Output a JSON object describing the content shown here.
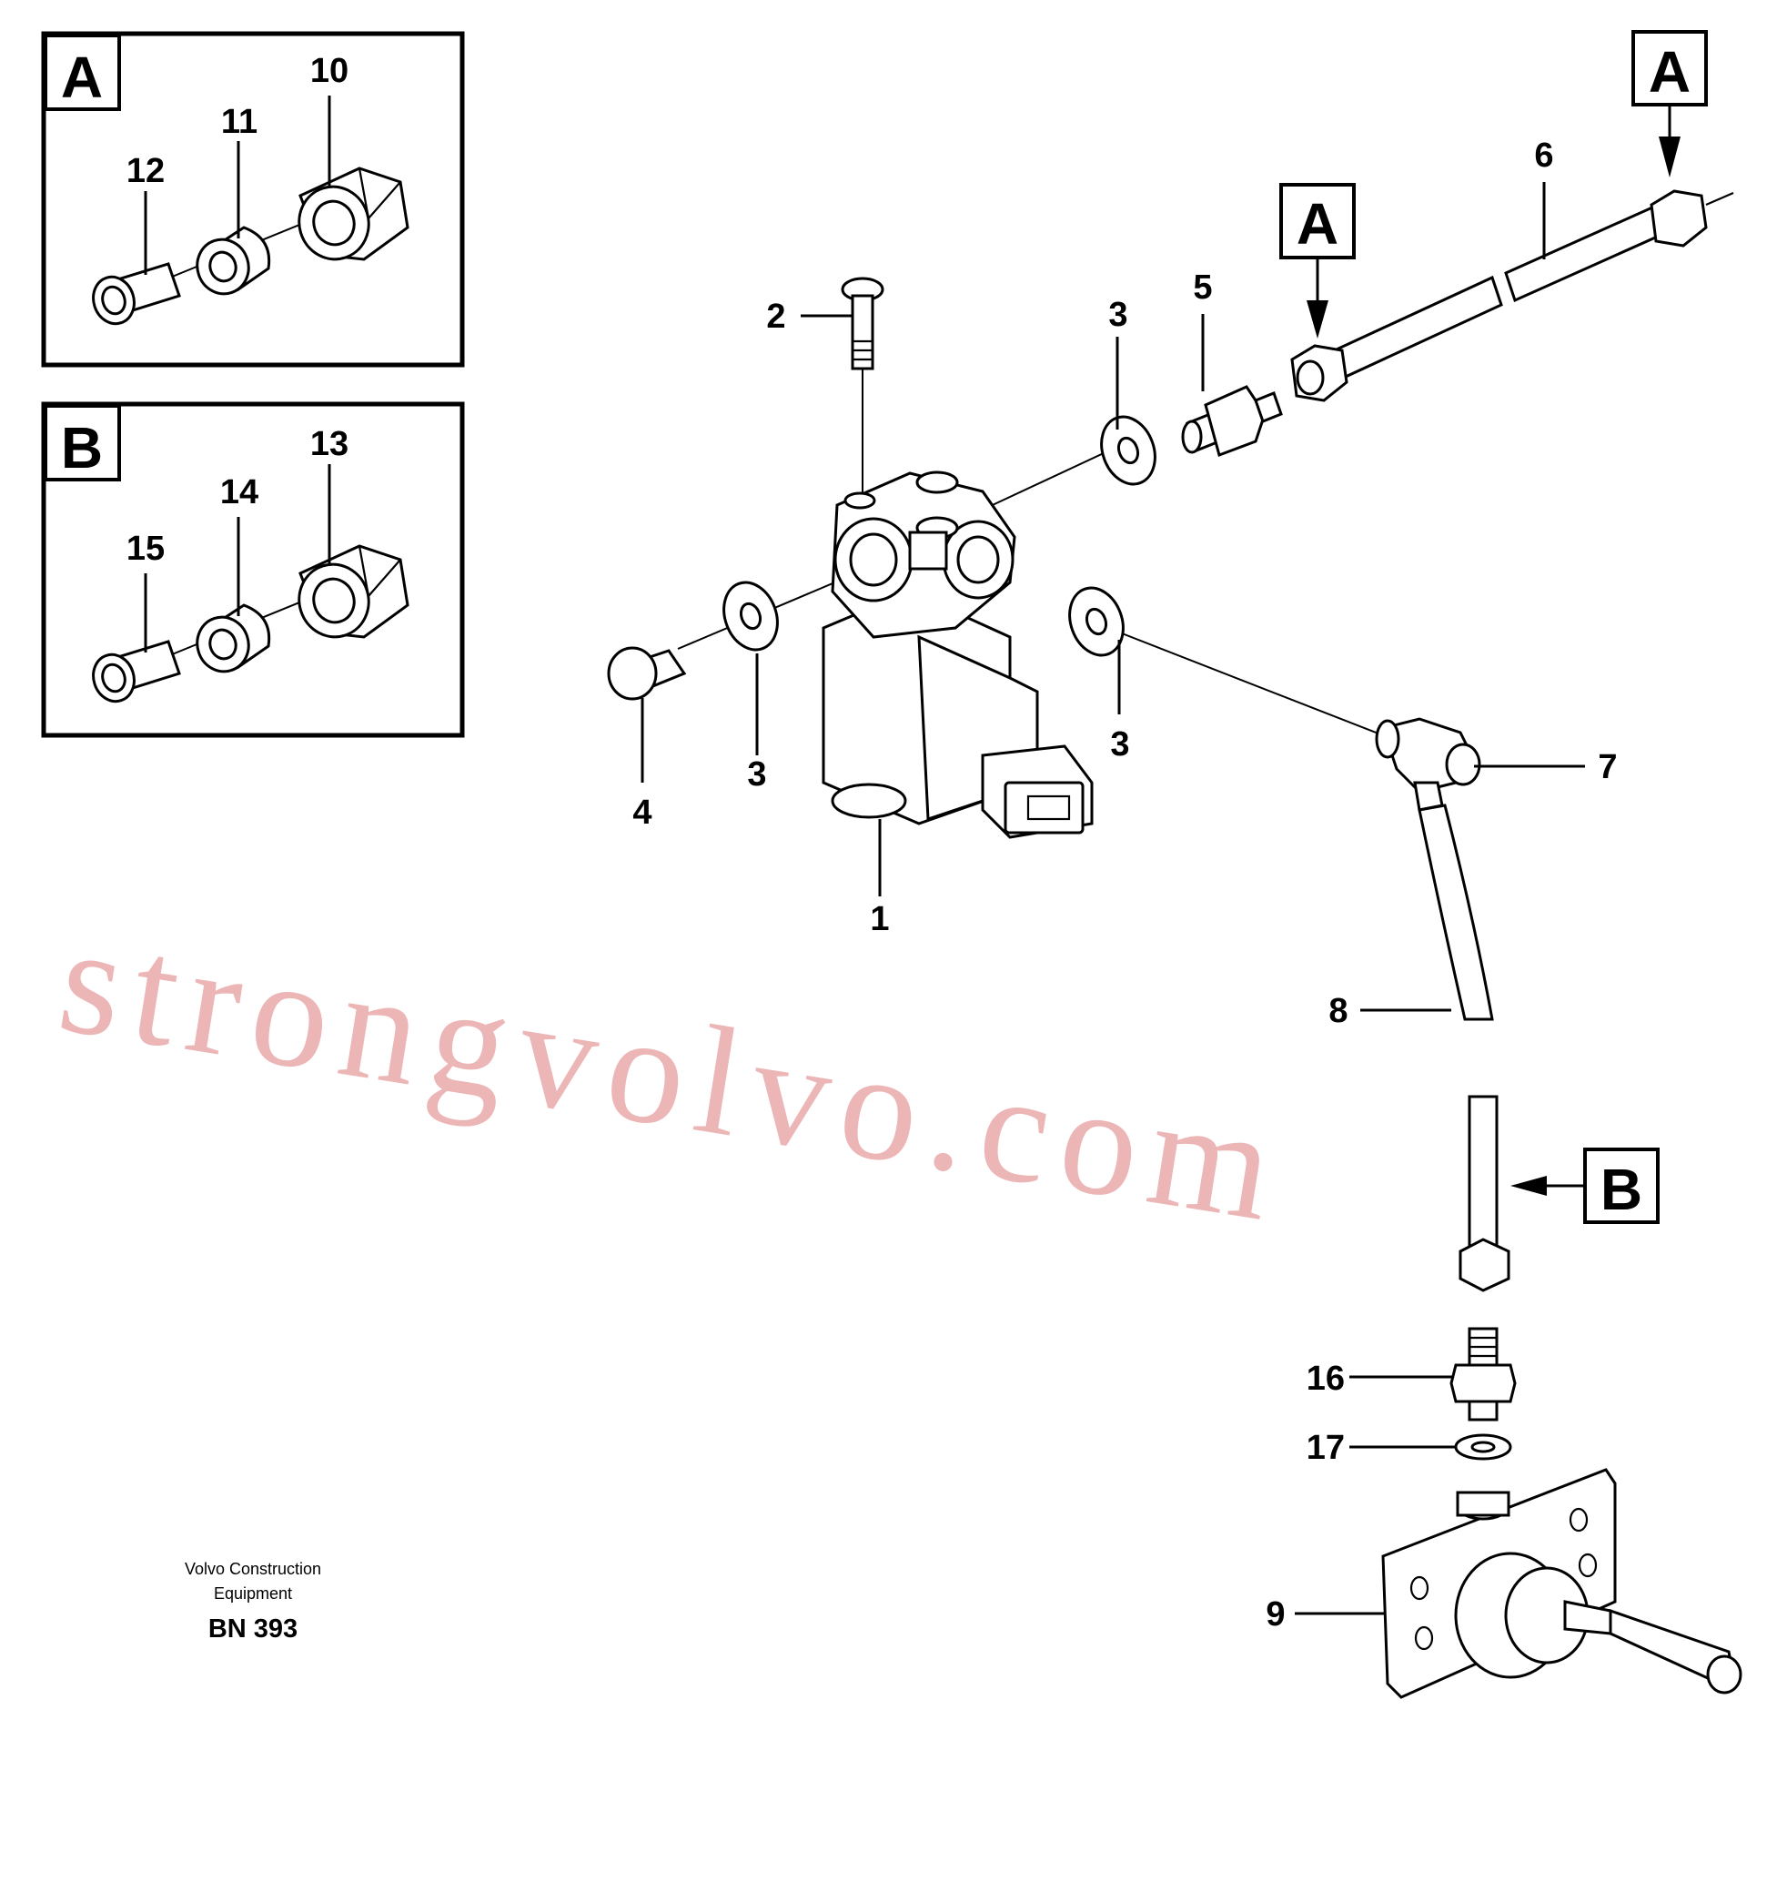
{
  "inset_a": {
    "letter": "A",
    "labels": [
      "10",
      "11",
      "12"
    ]
  },
  "inset_b": {
    "letter": "B",
    "labels": [
      "13",
      "14",
      "15"
    ]
  },
  "callouts": {
    "c1": "1",
    "c2": "2",
    "c3a": "3",
    "c3b": "3",
    "c3c": "3",
    "c4": "4",
    "c5": "5",
    "c6": "6",
    "c7": "7",
    "c8": "8",
    "c9": "9",
    "c16": "16",
    "c17": "17"
  },
  "ref_flags": {
    "a1": "A",
    "a2": "A",
    "b1": "B"
  },
  "caption": {
    "line1": "Volvo Construction",
    "line2": "Equipment",
    "code": "BN 393"
  },
  "watermark": "strongvolvo.com"
}
